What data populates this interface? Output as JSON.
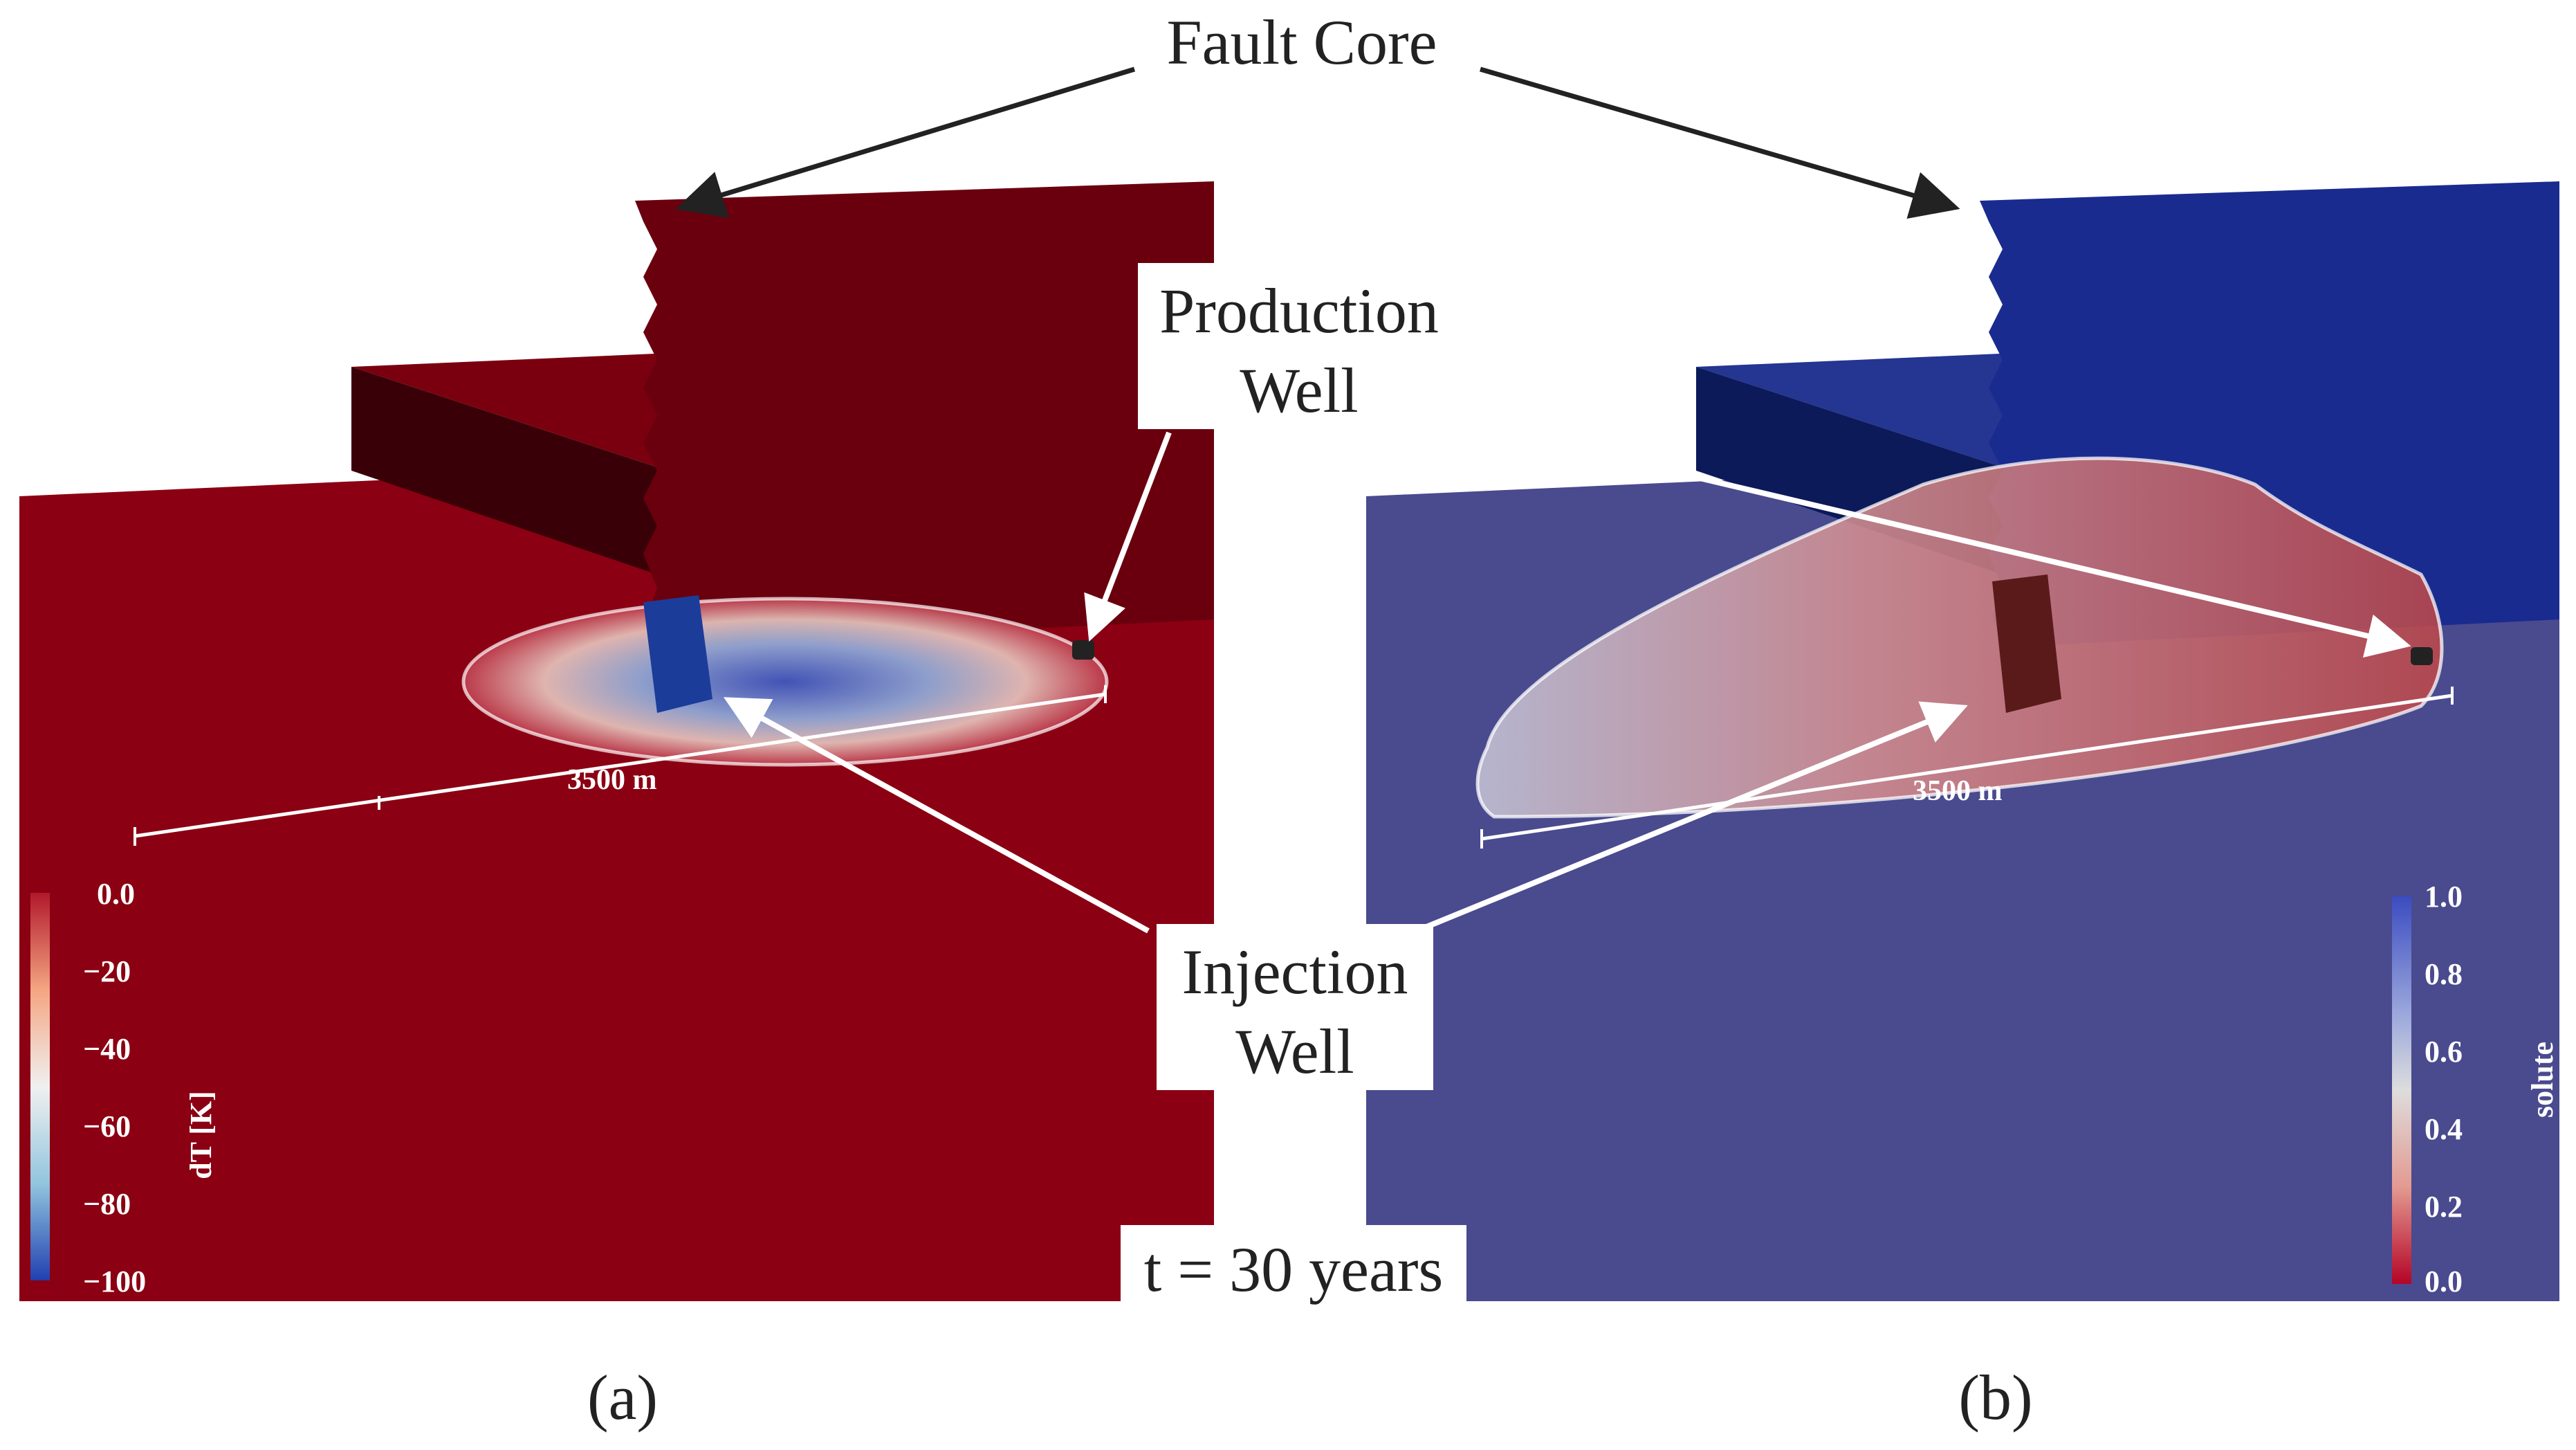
{
  "annotations": {
    "fault_core": "Fault Core",
    "production_well_line1": "Production",
    "production_well_line2": "Well",
    "injection_well_line1": "Injection",
    "injection_well_line2": "Well",
    "time": "t = 30 years"
  },
  "panels": {
    "a": {
      "caption": "(a)",
      "scale_label": "3500 m",
      "colorbar": {
        "title": "dT [K]",
        "ticks": [
          "0.0",
          "−20",
          "−40",
          "−60",
          "−80",
          "−100"
        ],
        "colors": [
          "#b2182b",
          "#f4a582",
          "#f7f7f7",
          "#92c5de",
          "#2166ac"
        ]
      }
    },
    "b": {
      "caption": "(b)",
      "scale_label": "3500 m",
      "colorbar": {
        "title": "solute",
        "ticks": [
          "1.0",
          "0.8",
          "0.6",
          "0.4",
          "0.2",
          "0.0"
        ],
        "colors": [
          "#3b4cc0",
          "#9aa6dc",
          "#dddddd",
          "#e39a91",
          "#b40426"
        ]
      }
    }
  },
  "colors": {
    "panel_a_base": "#8b0012",
    "panel_a_block": "#6a000e",
    "panel_b_base": "#4a4a8e",
    "panel_b_block": "#1a2b8f"
  }
}
